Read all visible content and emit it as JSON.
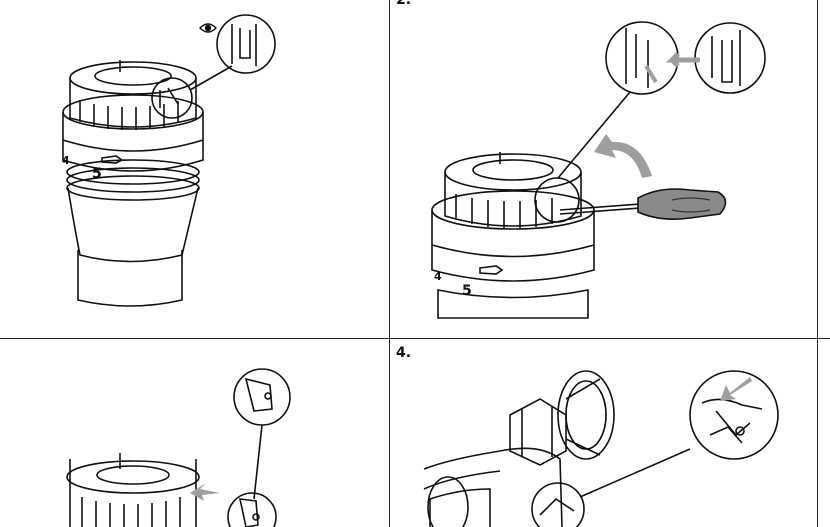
{
  "steps": [
    {
      "number": "",
      "dial_digit": "5",
      "dial_side_digit": "4"
    },
    {
      "number": "2.",
      "dial_digit": "5",
      "dial_side_digit": "4"
    },
    {
      "number": "",
      "dial_digit": ""
    },
    {
      "number": "4.",
      "dial_digit": ""
    }
  ],
  "icons": {
    "eye": "eye-icon",
    "tool": "screwdriver",
    "arrows": [
      "curved-arrow",
      "gray-arrow-left",
      "gray-arrow-diagonal"
    ]
  },
  "colors": {
    "line": "#111111",
    "arrow_gray": "#9e9e9e",
    "handle_gray": "#8a8a8a",
    "paper": "#ffffff"
  }
}
